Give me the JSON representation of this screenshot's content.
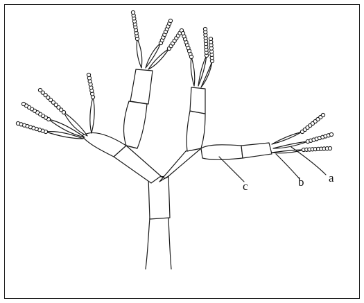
{
  "figure": {
    "labels": {
      "a": "a",
      "b": "b",
      "c": "c"
    },
    "stroke_color": "#1a1a1a",
    "background": "#ffffff"
  }
}
